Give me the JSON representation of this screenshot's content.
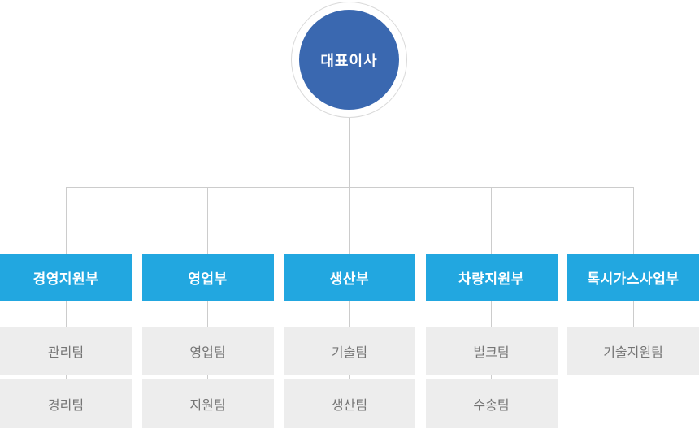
{
  "chart": {
    "type": "org-chart",
    "root": {
      "label": "대표이사"
    },
    "columns": [
      {
        "department": "경영지원부",
        "teams": [
          "관리팀",
          "경리팀"
        ]
      },
      {
        "department": "영업부",
        "teams": [
          "영업팀",
          "지원팀"
        ]
      },
      {
        "department": "생산부",
        "teams": [
          "기술팀",
          "생산팀"
        ]
      },
      {
        "department": "차량지원부",
        "teams": [
          "벌크팀",
          "수송팀"
        ]
      },
      {
        "department": "톡시가스사업부",
        "teams": [
          "기술지원팀"
        ]
      }
    ],
    "colors": {
      "root_circle": "#3a68b0",
      "department_box": "#22a7e0",
      "team_box": "#ededed",
      "team_text": "#757575",
      "connector": "#cccccc",
      "ring_border": "#d9d9d9"
    }
  }
}
